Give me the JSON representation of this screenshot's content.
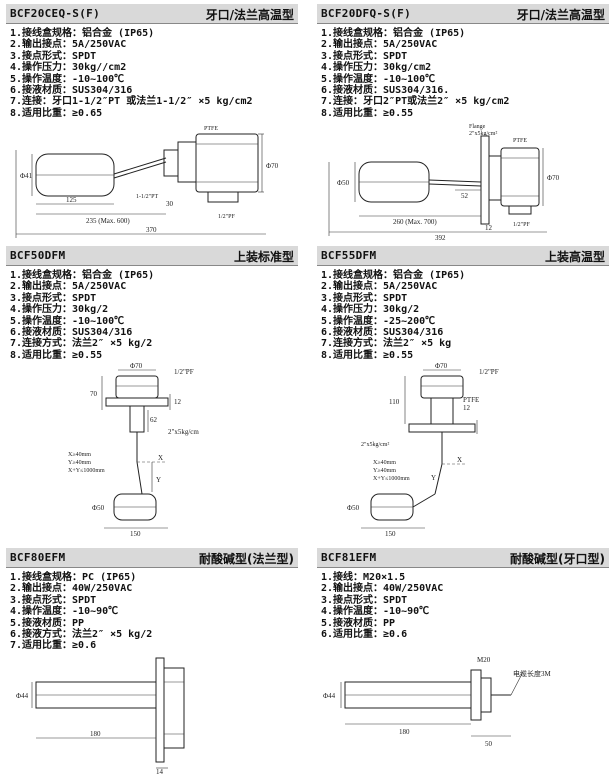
{
  "panels": [
    {
      "model": "BCF20CEQ-S(F)",
      "type": "牙口/法兰高温型",
      "specs": [
        "1.接线盒规格：铝合金 (IP65)",
        "2.输出接点：5A/250VAC",
        "3.接点形式：SPDT",
        "4.操作压力：30kg//cm2",
        "5.操作温度：-10~100℃",
        "6.接液材质：SUS304/316",
        "7.连接：牙口1-1/2″PT 或法兰1-1/2″ ×5 kg/cm2",
        "8.适用比重：≥0.65"
      ],
      "drawing": {
        "d41": "Φ41",
        "len125": "125",
        "len235": "235 (Max. 600)",
        "len370": "370",
        "len30": "30",
        "thread1": "1-1/2\"PT",
        "thread2": "1/2\"PF",
        "ptfe": "PTFE",
        "d70": "Φ70"
      }
    },
    {
      "model": "BCF20DFQ-S(F)",
      "type": "牙口/法兰高温型",
      "specs": [
        "1.接线盒规格：铝合金 (IP65)",
        "2.输出接点：5A/250VAC",
        "3.接点形式：SPDT",
        "4.操作压力：30kg/cm2",
        "5.操作温度：-10~100℃",
        "6.接液材质：SUS304/316.",
        "7.连接：牙口2″PT或法兰2″ ×5 kg/cm2",
        "8.适用比重：≥0.55"
      ],
      "drawing": {
        "flange": "Flange",
        "flange2": "2\"x5kg/cm²",
        "ptfe": "PTFE",
        "d50": "Φ50",
        "len52": "52",
        "len260": "260 (Max. 700)",
        "len392": "392",
        "len12": "12",
        "pf": "1/2\"PF",
        "d70": "Φ70"
      }
    },
    {
      "model": "BCF50DFM",
      "type": "上装标准型",
      "specs": [
        "1.接线盒规格：铝合金 (IP65)",
        "2.输出接点：5A/250VAC",
        "3.接点形式：SPDT",
        "4.操作压力：30kg/2",
        "5.操作温度：-10~100℃",
        "6.接液材质：SUS304/316",
        "7.连接方式：法兰2″ ×5 kg/2",
        "8.适用比重：≥0.55"
      ],
      "drawing": {
        "d70": "Φ70",
        "pf": "1/2\"PF",
        "h70": "70",
        "h12": "12",
        "h62": "62",
        "flange": "2\"x5kg/cm",
        "x": "X≥40mm",
        "y": "Y≥40mm",
        "xy": "X+Y≤1000mm",
        "d50": "Φ50",
        "w150": "150",
        "lx": "X",
        "ly": "Y"
      }
    },
    {
      "model": "BCF55DFM",
      "type": "上装高温型",
      "specs": [
        "1.接线盒规格：铝合金 (IP65)",
        "2.输出接点：5A/250VAC",
        "3.接点形式：SPDT",
        "4.操作压力：30kg/2",
        "5.操作温度：-25~200℃",
        "6.接液材质：SUS304/316",
        "7.连接方式：法兰2″ ×5 kg",
        "8.适用比重：≥0.55"
      ],
      "drawing": {
        "d70": "Φ70",
        "pf": "1/2\"PF",
        "h110": "110",
        "h12": "12",
        "ptfe": "PTFE",
        "flange": "2\"x5kg/cm²",
        "x": "X≥40mm",
        "y": "Y≥40mm",
        "xy": "X+Y≤1000mm",
        "d50": "Φ50",
        "w150": "150",
        "lx": "X",
        "ly": "Y"
      }
    },
    {
      "model": "BCF80EFM",
      "type": "耐酸碱型(法兰型)",
      "specs": [
        "1.接线盒规格：PC (IP65)",
        "2.输出接点：40W/250VAC",
        "3.接点形式：SPDT",
        "4.操作温度：-10~90℃",
        "5.接液材质：PP",
        "6.接液方式：法兰2″ ×5 kg/2",
        "7.适用比重：≥0.6"
      ],
      "drawing": {
        "d44": "Φ44",
        "len180": "180",
        "len14": "14"
      }
    },
    {
      "model": "BCF81EFM",
      "type": "耐酸碱型(牙口型)",
      "specs": [
        "1.接线：M20×1.5",
        "2.输出接点：40W/250VAC",
        "3.接点形式：SPDT",
        "4.操作温度：-10~90℃",
        "5.接液材质：PP",
        "6.适用比重：≥0.6"
      ],
      "drawing": {
        "m20": "M20",
        "cable": "电缆长度3M",
        "d44": "Φ44",
        "len180": "180",
        "len50": "50"
      }
    }
  ]
}
